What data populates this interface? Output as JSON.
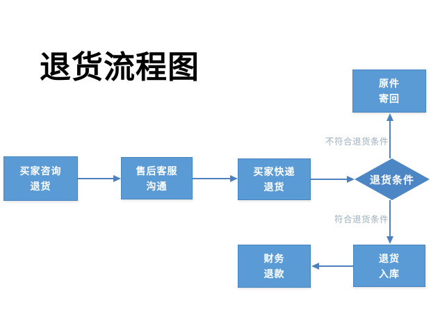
{
  "title": "退货流程图",
  "colors": {
    "box_fill": "#5B9BD5",
    "box_border": "#4A84BD",
    "diamond_fill": "#4C86C4",
    "arrow": "#4D80BC",
    "edge_label_text": "#9DAFBE",
    "title_text": "#000000",
    "node_text": "#FFFFFF",
    "background": "#FFFFFF"
  },
  "nodes": {
    "buyer_inquiry": {
      "lines": [
        "买家咨询",
        "退货"
      ]
    },
    "service_comm": {
      "lines": [
        "售后客服",
        "沟通"
      ]
    },
    "buyer_express": {
      "lines": [
        "买家快递",
        "退货"
      ]
    },
    "original_return": {
      "lines": [
        "原件",
        "寄回"
      ]
    },
    "return_condition": {
      "lines": [
        "退货条件"
      ]
    },
    "warehouse_in": {
      "lines": [
        "退货",
        "入库"
      ]
    },
    "finance_refund": {
      "lines": [
        "财务",
        "退款"
      ]
    }
  },
  "edges": [
    {
      "from": "buyer_inquiry",
      "to": "service_comm",
      "label": ""
    },
    {
      "from": "service_comm",
      "to": "buyer_express",
      "label": ""
    },
    {
      "from": "buyer_express",
      "to": "return_condition",
      "label": ""
    },
    {
      "from": "return_condition",
      "to": "original_return",
      "label": "不符合退货条件"
    },
    {
      "from": "return_condition",
      "to": "warehouse_in",
      "label": "符合退货条件"
    },
    {
      "from": "warehouse_in",
      "to": "finance_refund",
      "label": ""
    }
  ]
}
